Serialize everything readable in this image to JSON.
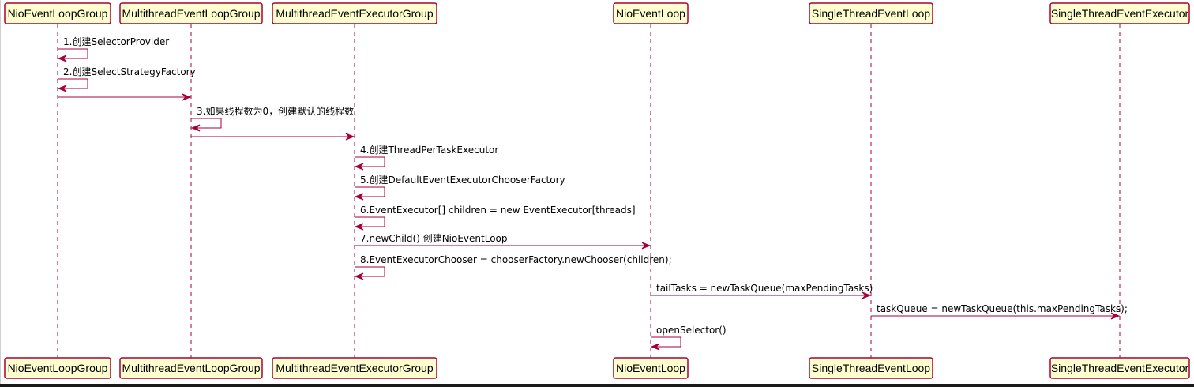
{
  "participants": [
    "NioEventLoopGroup",
    "MultithreadEventLoopGroup",
    "MultithreadEventExecutorGroup",
    "NioEventLoop",
    "SingleThreadEventLoop",
    "SingleThreadEventExecutor"
  ],
  "messages": [
    {
      "from": 0,
      "to": 0,
      "label": "1.创建SelectorProvider"
    },
    {
      "from": 0,
      "to": 0,
      "label": "2.创建SelectStrategyFactory"
    },
    {
      "from": 0,
      "to": 1,
      "label": ""
    },
    {
      "from": 1,
      "to": 1,
      "label": "3.如果线程数为0，创建默认的线程数"
    },
    {
      "from": 1,
      "to": 2,
      "label": ""
    },
    {
      "from": 2,
      "to": 2,
      "label": "4.创建ThreadPerTaskExecutor"
    },
    {
      "from": 2,
      "to": 2,
      "label": "5.创建DefaultEventExecutorChooserFactory"
    },
    {
      "from": 2,
      "to": 2,
      "label": "6.EventExecutor[] children = new EventExecutor[threads]"
    },
    {
      "from": 2,
      "to": 3,
      "label": "7.newChild() 创建NioEventLoop"
    },
    {
      "from": 2,
      "to": 2,
      "label": "8.EventExecutorChooser = chooserFactory.newChooser(children);"
    },
    {
      "from": 3,
      "to": 4,
      "label": "tailTasks = newTaskQueue(maxPendingTasks)"
    },
    {
      "from": 4,
      "to": 5,
      "label": "taskQueue = newTaskQueue(this.maxPendingTasks);"
    },
    {
      "from": 3,
      "to": 3,
      "label": "openSelector()"
    }
  ]
}
